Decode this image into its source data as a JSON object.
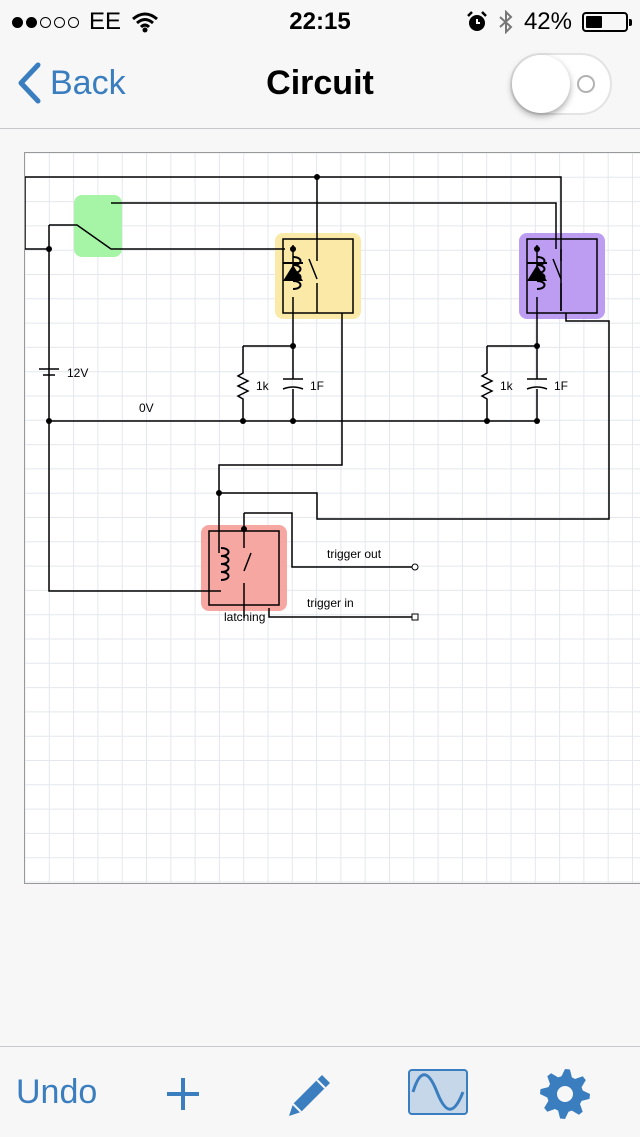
{
  "status": {
    "signal_dots": [
      true,
      true,
      false,
      false,
      false
    ],
    "carrier": "EE",
    "time": "22:15",
    "battery": "42%",
    "battery_fraction": 0.42
  },
  "nav": {
    "back_label": "Back",
    "title": "Circuit",
    "toggle_on": false
  },
  "circuit": {
    "labels": {
      "battery_voltage": "12V",
      "ground_rail": "0V",
      "r1": "1k",
      "c1": "1F",
      "r2": "1k",
      "c2": "1F",
      "trigger_out": "trigger out",
      "trigger_in": "trigger in",
      "latching": "latching"
    },
    "colors": {
      "switch": "#a6f5a6",
      "relay_yellow": "#fbe9a8",
      "relay_purple": "#bd9df2",
      "relay_red": "#f6a7a2",
      "grid": "#e4e7ee",
      "wire": "#000000"
    }
  },
  "toolbar": {
    "undo_label": "Undo",
    "add_icon": "plus-icon",
    "pencil_icon": "pencil-icon",
    "wave_icon": "sine-wave-icon",
    "settings_icon": "gear-icon"
  },
  "colors": {
    "accent": "#3a7ebf"
  }
}
